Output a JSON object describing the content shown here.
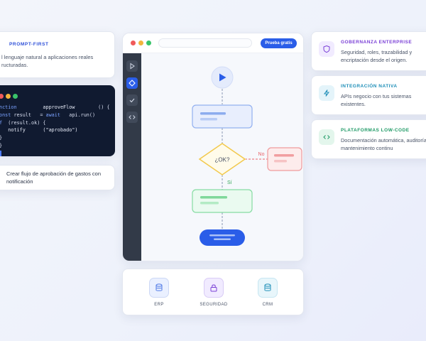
{
  "left": {
    "prompt": {
      "title": "PROMPT-FIRST",
      "desc": "l lenguaje natural a aplicaciones reales ructuradas."
    },
    "code": {
      "line1_kw": "nction",
      "line1_fn": "approveFlow",
      "line1_rest": "() {",
      "line2_kw": "onst",
      "line2_name": "result",
      "line2_eq": "=",
      "line2_await": "await",
      "line2_call": "api.run()",
      "line3_kw": "f",
      "line3_rest": "(result.ok) {",
      "line4_fn": "notify",
      "line4_str": "(\"aprobado\")",
      "line5": "}",
      "line6": "}"
    },
    "create": {
      "text": "Crear flujo de aprobación de gastos con notificación"
    }
  },
  "window": {
    "cta_label": "Prueba gratis",
    "sidebar_icons": [
      "play-icon",
      "diamond-icon",
      "check-icon",
      "code-icon"
    ],
    "flow": {
      "decision_label": "¿OK?",
      "no_label": "No",
      "yes_label": "Sí"
    }
  },
  "integrations": [
    {
      "label": "ERP",
      "icon": "database-icon"
    },
    {
      "label": "SEGURIDAD",
      "icon": "lock-icon"
    },
    {
      "label": "CRM",
      "icon": "database-icon"
    }
  ],
  "right": {
    "gov": {
      "title": "GOBERNANZA ENTERPRISE",
      "desc": "Seguridad, roles, trazabilidad y encriptación desde el origen.",
      "color": "#7a3fd6",
      "icon": "shield-icon"
    },
    "integ": {
      "title": "INTEGRACIÓN NATIVA",
      "desc": "APIs negocio con tus sistemas existentes.",
      "color": "#1f8fb8",
      "icon": "bolt-icon"
    },
    "lowcode": {
      "title": "PLATAFORMAS LOW-CODE",
      "desc": "Documentación automática, auditoría y mantenimiento continu",
      "color": "#1f9a66",
      "icon": "code-icon"
    }
  },
  "colors": {
    "accent": "#2a5de8",
    "decision": "#f2c94c",
    "no_branch": "#e8646a",
    "yes_branch": "#4cc874"
  }
}
